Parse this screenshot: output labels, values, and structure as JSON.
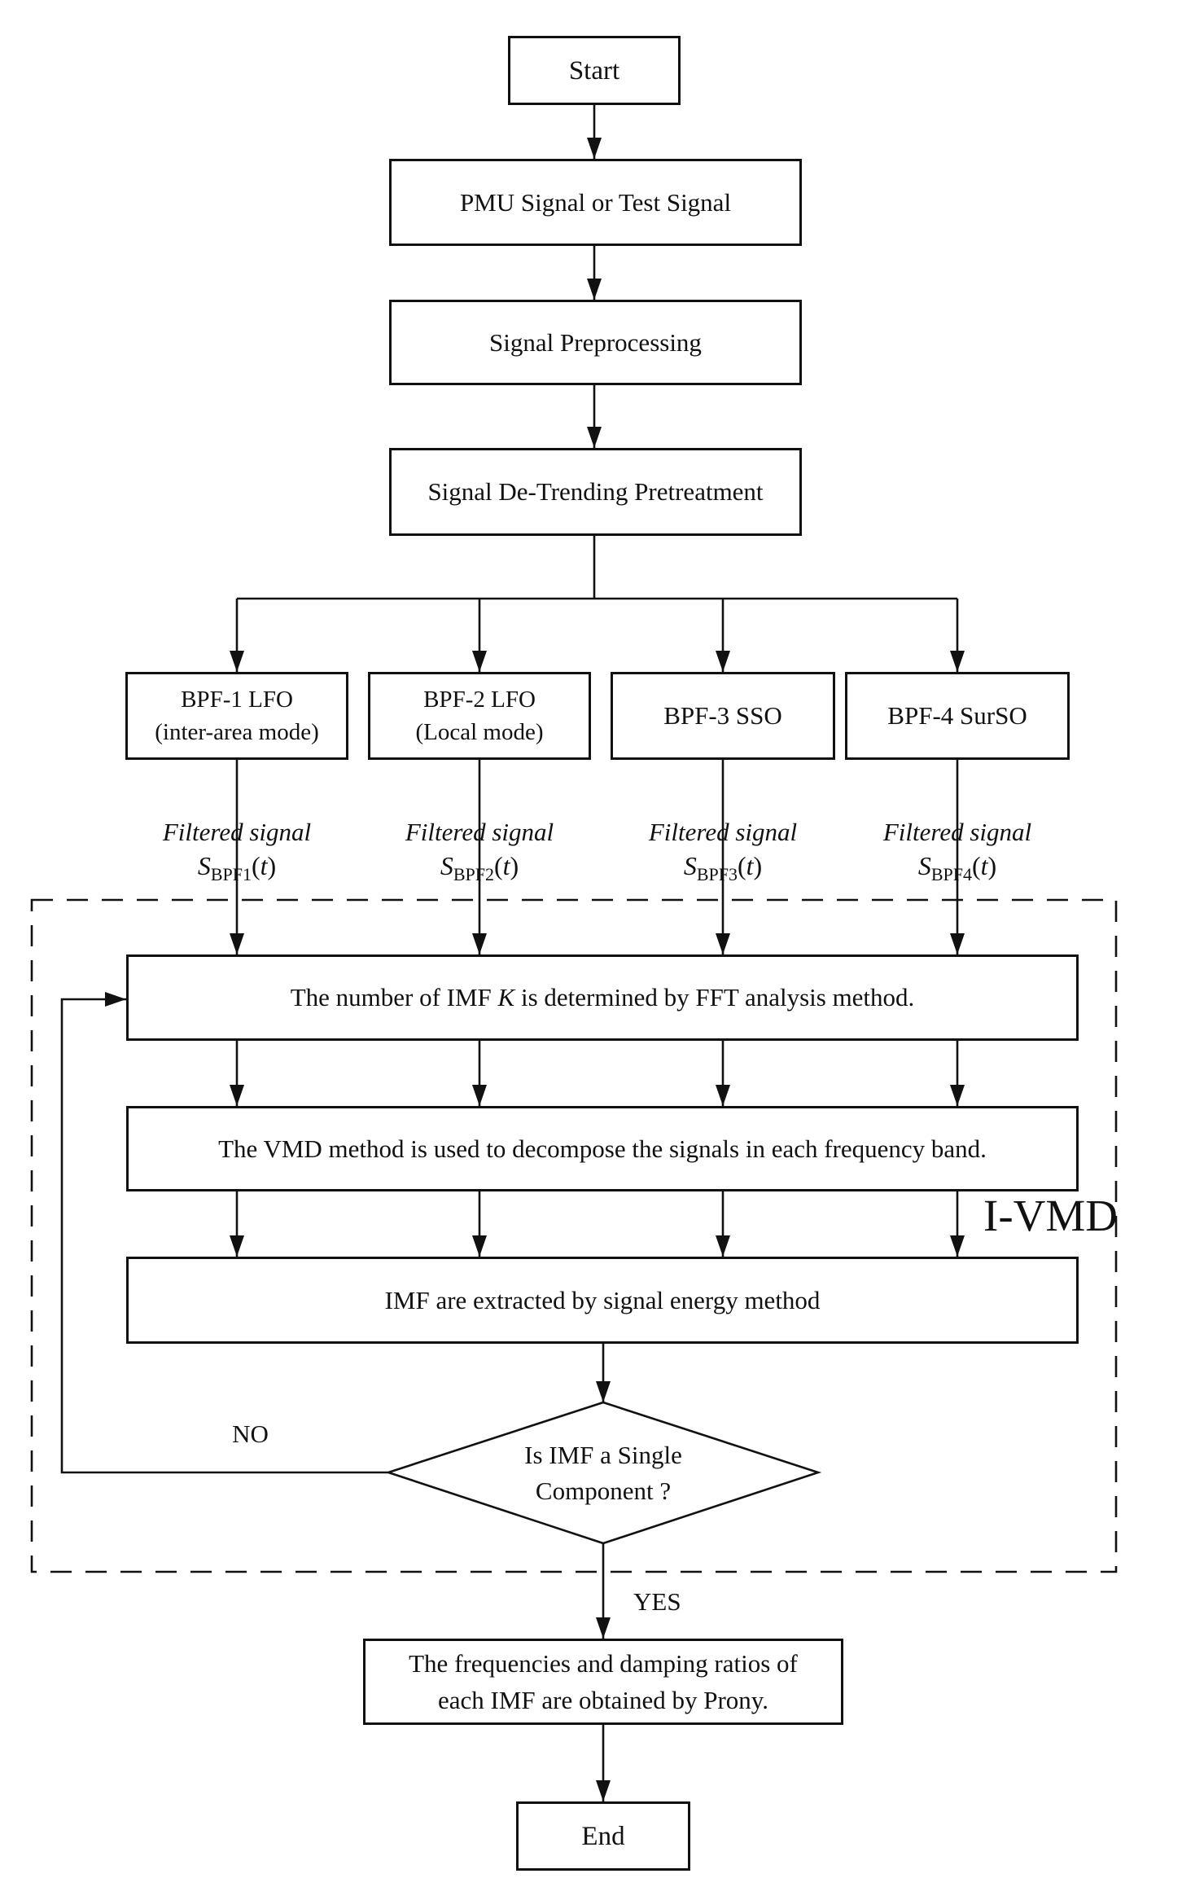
{
  "nodes": {
    "start": "Start",
    "pmu": "PMU Signal or Test Signal",
    "preprocess": "Signal Preprocessing",
    "detrend": "Signal De-Trending Pretreatment",
    "bpf1_line1": "BPF-1 LFO",
    "bpf1_line2": "(inter-area mode)",
    "bpf2_line1": "BPF-2 LFO",
    "bpf2_line2": "(Local mode)",
    "bpf3": "BPF-3 SSO",
    "bpf4": "BPF-4 SurSO",
    "fft_pre": "The number of IMF ",
    "fft_var": "K",
    "fft_post": " is determined by FFT analysis method.",
    "vmd": "The VMD method is used to decompose the signals in each frequency band.",
    "imf_extract": "IMF are extracted by signal energy method",
    "decision_line1": "Is IMF a Single",
    "decision_line2": "Component ?",
    "prony_line1": "The frequencies and damping ratios of",
    "prony_line2": "each IMF are obtained by Prony.",
    "end": "End"
  },
  "labels": {
    "no": "NO",
    "yes": "YES",
    "ivmd": "I-VMD",
    "filtered": [
      {
        "caption": "Filtered signal",
        "base": "S",
        "sub": "BPF1",
        "lp": "(",
        "var": "t",
        "rp": ")"
      },
      {
        "caption": "Filtered signal",
        "base": "S",
        "sub": "BPF2",
        "lp": "(",
        "var": "t",
        "rp": ")"
      },
      {
        "caption": "Filtered signal",
        "base": "S",
        "sub": "BPF3",
        "lp": "(",
        "var": "t",
        "rp": ")"
      },
      {
        "caption": "Filtered signal",
        "base": "S",
        "sub": "BPF4",
        "lp": "(",
        "var": "t",
        "rp": ")"
      }
    ]
  },
  "colors": {
    "ink": "#111111",
    "background": "#ffffff"
  }
}
